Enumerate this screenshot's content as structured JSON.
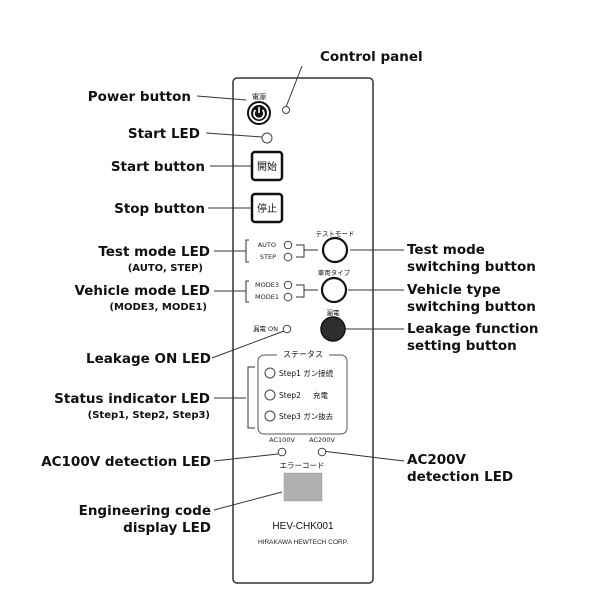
{
  "callouts": {
    "control_panel": "Control panel",
    "power_button": "Power button",
    "start_led": "Start LED",
    "start_button": "Start button",
    "stop_button": "Stop button",
    "test_mode_led": "Test mode LED",
    "test_mode_led_sub": "(AUTO, STEP)",
    "vehicle_mode_led": "Vehicle mode LED",
    "vehicle_mode_led_sub": "(MODE3, MODE1)",
    "leakage_on_led": "Leakage ON LED",
    "status_indicator_led": "Status indicator LED",
    "status_indicator_led_sub": "(Step1, Step2, Step3)",
    "ac100v_detection_led": "AC100V detection LED",
    "engineering_code_line1": "Engineering code",
    "engineering_code_line2": "display LED",
    "test_mode_switching_line1": "Test mode",
    "test_mode_switching_line2": "switching button",
    "vehicle_type_switching_line1": "Vehicle type",
    "vehicle_type_switching_line2": "switching button",
    "leakage_function_line1": "Leakage function",
    "leakage_function_line2": "setting button",
    "ac200v_line1": "AC200V",
    "ac200v_line2": "detection LED"
  },
  "panel": {
    "power_label": "電源",
    "start_button_label": "開始",
    "stop_button_label": "停止",
    "auto_label": "AUTO",
    "step_label": "STEP",
    "test_mode_button_label": "テストモード",
    "mode3_label": "MODE3",
    "mode1_label": "MODE1",
    "vehicle_type_button_label": "車両タイプ",
    "leakage_button_label": "漏電",
    "leakage_on_label": "漏電 ON",
    "status_title": "ステータス",
    "step1_label": "Step1 ガン接続",
    "step2_label": "Step2",
    "step2_note": "充電",
    "step3_label": "Step3 ガン抜去",
    "ac100v_label": "AC100V",
    "ac200v_label": "AC200V",
    "error_code_label": "エラーコード",
    "model_name": "HEV-CHK001",
    "maker": "HIRAKAWA HEWTECH CORP."
  },
  "colors": {
    "panel_fill": "#ffffff",
    "panel_stroke": "#333333",
    "code_display": "#b0b0b0",
    "leakage_button": "#2e2e2e"
  }
}
